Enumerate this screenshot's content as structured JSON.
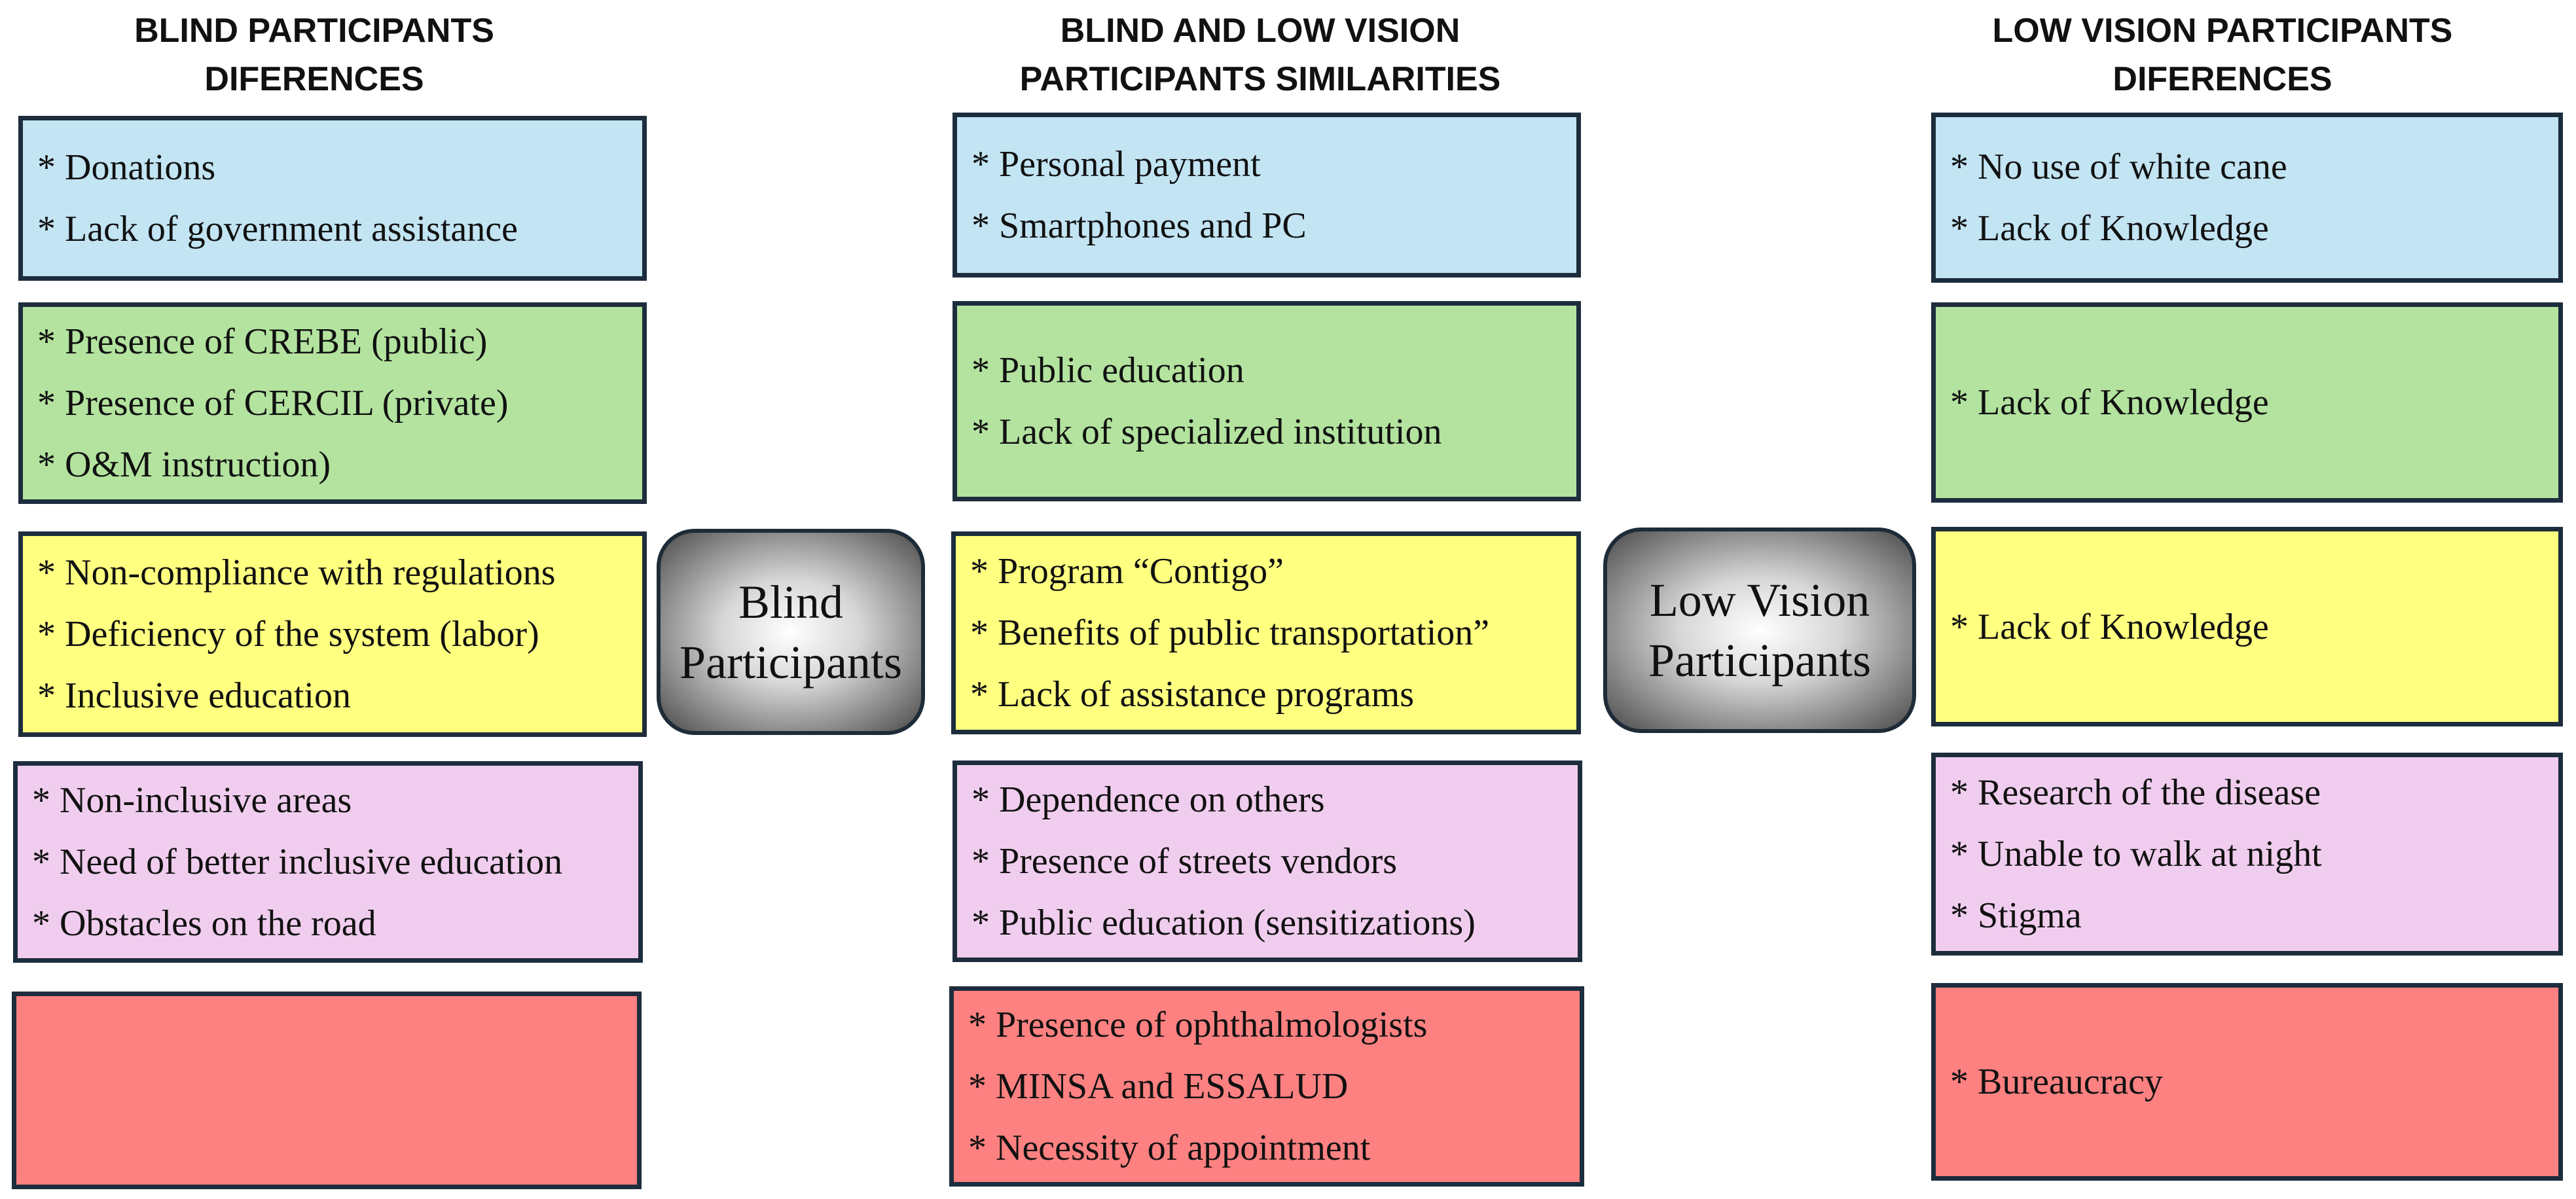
{
  "columns": {
    "left": {
      "title": "BLIND PARTICIPANTS\nDIFERENCES"
    },
    "middle": {
      "title": "BLIND AND LOW VISION\nPARTICIPANTS SIMILARITIES"
    },
    "right": {
      "title": "LOW VISION PARTICIPANTS\nDIFERENCES"
    }
  },
  "nodes": {
    "blind": "Blind\nParticipants",
    "low_vision": "Low Vision\nParticipants"
  },
  "rows": {
    "blue": {
      "color": "#c2e4f3",
      "left": [
        "* Donations",
        "* Lack of government assistance"
      ],
      "middle": [
        "* Personal payment",
        "* Smartphones and PC"
      ],
      "right": [
        "* No use of white cane",
        "* Lack of Knowledge"
      ]
    },
    "green": {
      "color": "#b3e39f",
      "left": [
        "* Presence of  CREBE (public)",
        "* Presence of  CERCIL (private)",
        "* O&M instruction)"
      ],
      "middle": [
        "* Public education",
        "* Lack of specialized institution"
      ],
      "right": [
        "* Lack of Knowledge"
      ]
    },
    "yellow": {
      "color": "#ffff80",
      "left": [
        "* Non-compliance with regulations",
        "* Deficiency of the system (labor)",
        "* Inclusive education"
      ],
      "middle": [
        "* Program “Contigo”",
        "* Benefits of public transportation”",
        "* Lack of assistance programs"
      ],
      "right": [
        "* Lack of Knowledge"
      ]
    },
    "pink": {
      "color": "#f0cdee",
      "left": [
        "* Non-inclusive areas",
        "* Need of better inclusive education",
        "* Obstacles on the road"
      ],
      "middle": [
        "* Dependence on others",
        "* Presence of streets vendors",
        "* Public education (sensitizations)"
      ],
      "right": [
        "* Research of the disease",
        "* Unable to walk at night",
        "* Stigma"
      ]
    },
    "red": {
      "color": "#fd8181",
      "left": [],
      "middle": [
        "* Presence of ophthalmologists",
        "* MINSA and ESSALUD",
        "* Necessity of appointment"
      ],
      "right": [
        "* Bureaucracy"
      ]
    }
  }
}
